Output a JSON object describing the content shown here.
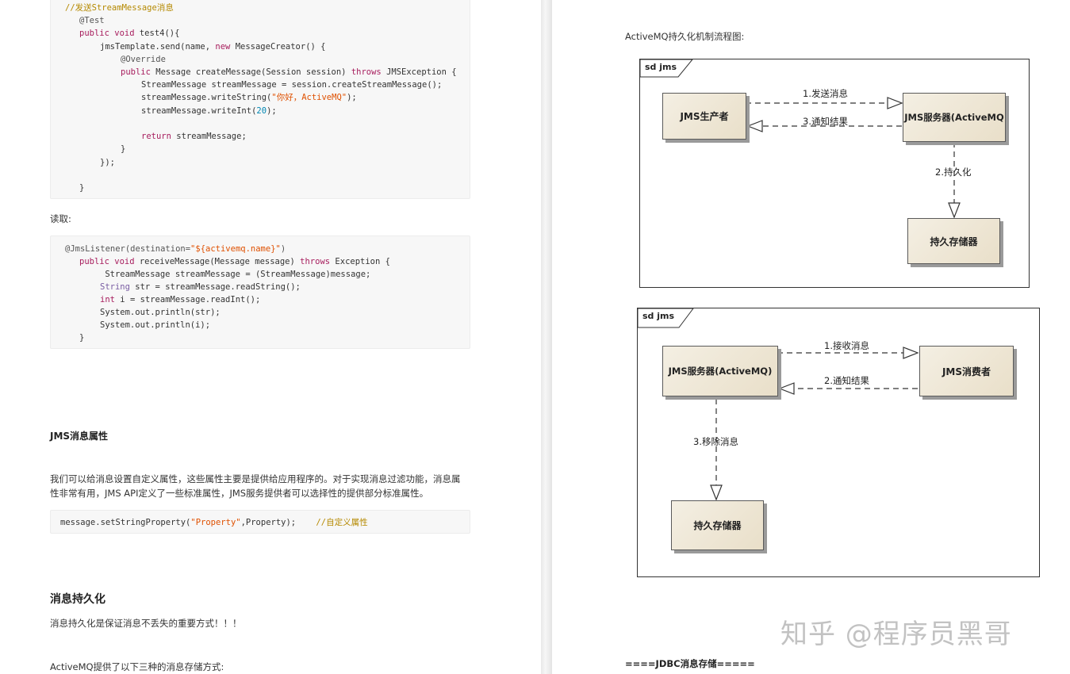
{
  "left": {
    "code1": {
      "lines": [
        {
          "parts": [
            {
              "t": "//发送StreamMessage消息",
              "c": "com"
            }
          ]
        },
        {
          "parts": [
            {
              "t": "@Test",
              "c": "ann"
            }
          ]
        },
        {
          "parts": [
            {
              "t": "public void ",
              "c": "kw"
            },
            {
              "t": "test4(){",
              "c": "fn"
            }
          ]
        },
        {
          "parts": [
            {
              "t": "jmsTemplate.send(name, ",
              "c": "fn"
            },
            {
              "t": "new ",
              "c": "kw"
            },
            {
              "t": "MessageCreator() {",
              "c": "fn"
            }
          ]
        },
        {
          "parts": [
            {
              "t": "@Override",
              "c": "ann"
            }
          ]
        },
        {
          "parts": [
            {
              "t": "public ",
              "c": "kw"
            },
            {
              "t": "Message createMessage(Session session) ",
              "c": "fn"
            },
            {
              "t": "throws ",
              "c": "kw"
            },
            {
              "t": "JMSException {",
              "c": "fn"
            }
          ]
        },
        {
          "parts": [
            {
              "t": "StreamMessage streamMessage = session.createStreamMessage();",
              "c": "fn"
            }
          ]
        },
        {
          "parts": [
            {
              "t": "streamMessage.writeString(",
              "c": "fn"
            },
            {
              "t": "\"你好，ActiveMQ\"",
              "c": "str"
            },
            {
              "t": ");",
              "c": "fn"
            }
          ]
        },
        {
          "parts": [
            {
              "t": "streamMessage.writeInt(",
              "c": "fn"
            },
            {
              "t": "20",
              "c": "num"
            },
            {
              "t": ");",
              "c": "fn"
            }
          ]
        },
        {
          "parts": [
            {
              "t": "",
              "c": "fn"
            }
          ]
        },
        {
          "parts": [
            {
              "t": "return ",
              "c": "kw"
            },
            {
              "t": "streamMessage;",
              "c": "fn"
            }
          ]
        },
        {
          "parts": [
            {
              "t": "}",
              "c": "fn"
            }
          ]
        },
        {
          "parts": [
            {
              "t": "});",
              "c": "fn"
            }
          ]
        },
        {
          "parts": [
            {
              "t": "",
              "c": "fn"
            }
          ]
        },
        {
          "parts": [
            {
              "t": "}",
              "c": "fn"
            }
          ]
        }
      ]
    },
    "read_label": "读取:",
    "code2": {
      "lines": [
        {
          "parts": [
            {
              "t": "@JmsListener(destination=",
              "c": "ann"
            },
            {
              "t": "\"${activemq.name}\"",
              "c": "str"
            },
            {
              "t": ")",
              "c": "ann"
            }
          ]
        },
        {
          "parts": [
            {
              "t": "public void ",
              "c": "kw"
            },
            {
              "t": "receiveMessage(Message message) ",
              "c": "fn"
            },
            {
              "t": "throws ",
              "c": "kw"
            },
            {
              "t": "Exception {",
              "c": "fn"
            }
          ]
        },
        {
          "parts": [
            {
              "t": " StreamMessage streamMessage = (StreamMessage)message;",
              "c": "fn"
            }
          ]
        },
        {
          "parts": [
            {
              "t": "String ",
              "c": "type"
            },
            {
              "t": "str = streamMessage.readString();",
              "c": "fn"
            }
          ]
        },
        {
          "parts": [
            {
              "t": "int ",
              "c": "kw"
            },
            {
              "t": "i = streamMessage.readInt();",
              "c": "fn"
            }
          ]
        },
        {
          "parts": [
            {
              "t": "System.out.println(str);",
              "c": "fn"
            }
          ]
        },
        {
          "parts": [
            {
              "t": "System.out.println(i);",
              "c": "fn"
            }
          ]
        },
        {
          "parts": [
            {
              "t": "}",
              "c": "fn"
            }
          ]
        }
      ]
    },
    "section_props_title": "JMS消息属性",
    "props_para_line1": "我们可以给消息设置自定义属性，这些属性主要是提供给应用程序的。对于实现消息过滤功能，消息属",
    "props_para_line2": "性非常有用，JMS API定义了一些标准属性，JMS服务提供者可以选择性的提供部分标准属性。",
    "code3": {
      "parts": [
        {
          "t": "message.setStringProperty(",
          "c": "fn"
        },
        {
          "t": "\"Property\"",
          "c": "str"
        },
        {
          "t": ",Property);    ",
          "c": "fn"
        },
        {
          "t": "//自定义属性",
          "c": "com"
        }
      ]
    },
    "section_persist_title": "消息持久化",
    "persist_para": "消息持久化是保证消息不丢失的重要方式！！！",
    "storage_para": "ActiveMQ提供了以下三种的消息存储方式:"
  },
  "right": {
    "flow_title": "ActiveMQ持久化机制流程图:",
    "diagram1": {
      "frame_label": "sd jms",
      "producer": "JMS生产者",
      "server": "JMS服务器(ActiveMQ",
      "storage": "持久存储器",
      "msg1": "1.发送消息",
      "msg3": "3.通知结果",
      "msg2": "2.持久化"
    },
    "diagram2": {
      "frame_label": "sd jms",
      "server": "JMS服务器(ActiveMQ)",
      "consumer": "JMS消费者",
      "storage": "持久存储器",
      "msg1": "1.接收消息",
      "msg2": "2.通知结果",
      "msg3": "3.移除消息"
    },
    "jdbc_title": "====JDBC消息存储====="
  },
  "watermark": "知乎 @程序员黑哥"
}
